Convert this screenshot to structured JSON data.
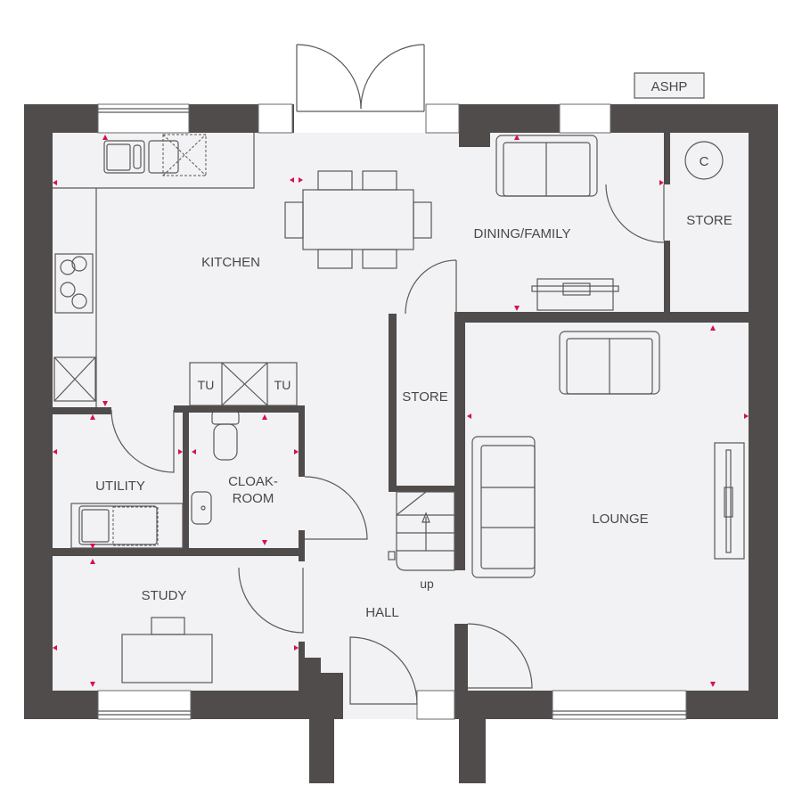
{
  "plan": {
    "ashp_label": "ASHP",
    "cylinder_label": "C",
    "rooms": {
      "kitchen": "KITCHEN",
      "dining_family": "DINING/FAMILY",
      "store_rear": "STORE",
      "store_hall": "STORE",
      "lounge": "LOUNGE",
      "utility": "UTILITY",
      "cloakroom_line1": "CLOAK-",
      "cloakroom_line2": "ROOM",
      "study": "STUDY",
      "hall": "HALL"
    },
    "stairs_label": "up",
    "tall_units": [
      "TU",
      "TU"
    ]
  },
  "colors": {
    "wall": "#4f4c4b",
    "floor": "#f2f2f5",
    "marker": "#d6104f"
  }
}
